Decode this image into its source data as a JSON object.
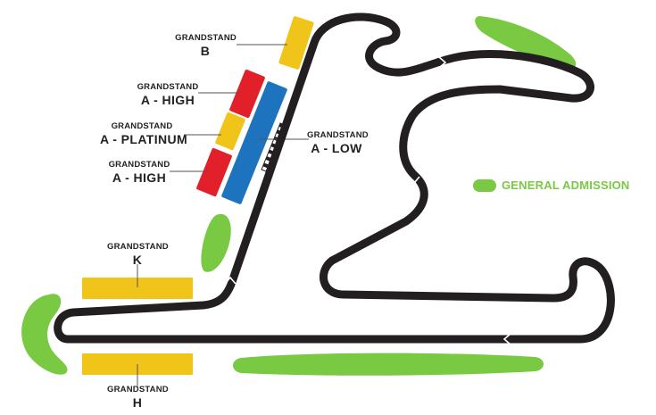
{
  "colors": {
    "track": "#231f20",
    "grandstand_yellow": "#f0c419",
    "grandstand_red": "#e2202a",
    "grandstand_blue": "#1e73be",
    "general_admission": "#7ac943"
  },
  "grandstands": {
    "b": {
      "line1": "GRANDSTAND",
      "line2": "B"
    },
    "a_high_top": {
      "line1": "GRANDSTAND",
      "line2": "A - HIGH"
    },
    "a_platinum": {
      "line1": "GRANDSTAND",
      "line2": "A - PLATINUM"
    },
    "a_high_bottom": {
      "line1": "GRANDSTAND",
      "line2": "A - HIGH"
    },
    "a_low": {
      "line1": "GRANDSTAND",
      "line2": "A - LOW"
    },
    "k": {
      "line1": "GRANDSTAND",
      "line2": "K"
    },
    "h": {
      "line1": "GRANDSTAND",
      "line2": "H"
    }
  },
  "legend": {
    "general_admission": "GENERAL ADMISSION"
  }
}
